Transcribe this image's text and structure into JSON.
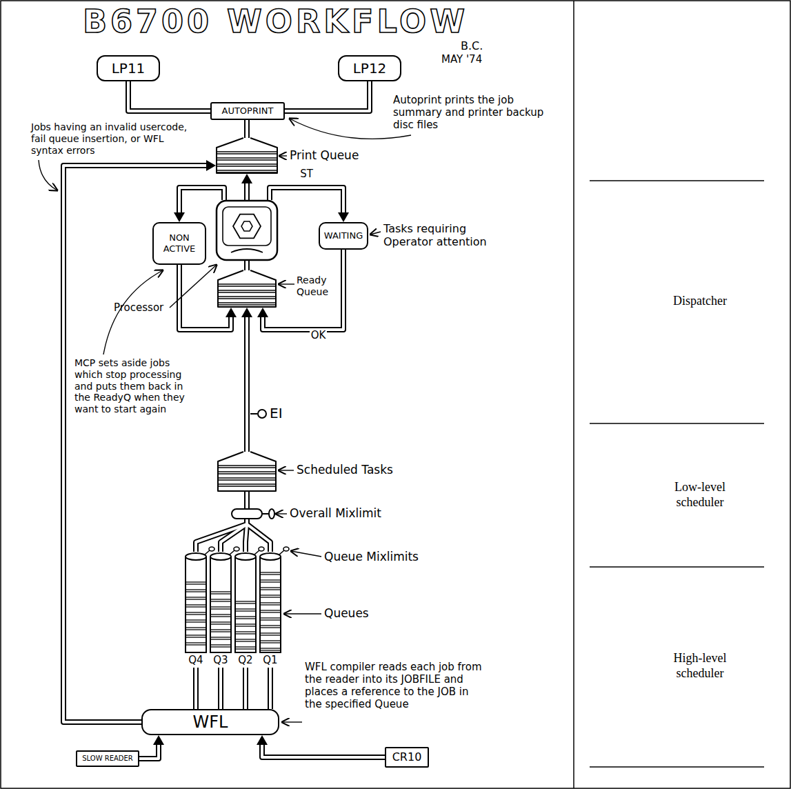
{
  "diagram": {
    "title": "B6700 WORKFLOW",
    "nodes": [
      {
        "text": [
          "LP11"
        ]
      },
      {
        "text": [
          "LP12"
        ]
      },
      {
        "text": [
          "AUTOPRINT"
        ]
      },
      {
        "text": [
          "Print Queue"
        ]
      },
      {
        "text": [
          "NON ACTIVE"
        ]
      },
      {
        "text": [
          "Processor"
        ]
      },
      {
        "text": [
          "WAITING"
        ]
      },
      {
        "text": [
          "Ready Queue"
        ]
      },
      {
        "text": [
          "Scheduled Tasks"
        ]
      },
      {
        "text": [
          "Q4"
        ]
      },
      {
        "text": [
          "Q3"
        ]
      },
      {
        "text": [
          "Q2"
        ]
      },
      {
        "text": [
          "Q1"
        ]
      },
      {
        "text": [
          "WFL"
        ]
      },
      {
        "text": [
          "SLOW READER"
        ]
      },
      {
        "text": [
          "CR10"
        ]
      }
    ],
    "edges": [
      {
        "from": 2,
        "to": 0,
        "arrow": "none"
      },
      {
        "from": 2,
        "to": 1,
        "arrow": "none"
      },
      {
        "from": 3,
        "to": 2,
        "arrow": "none"
      },
      {
        "from": 5,
        "to": 3,
        "arrow": "to"
      },
      {
        "from": 5,
        "to": 4,
        "arrow": "to"
      },
      {
        "from": 5,
        "to": 6,
        "label": "ST",
        "arrow": "to"
      },
      {
        "from": 4,
        "to": 7,
        "arrow": "to"
      },
      {
        "from": 6,
        "to": 7,
        "label": "OK",
        "arrow": "to"
      },
      {
        "from": 7,
        "to": 5,
        "arrow": "none"
      },
      {
        "from": 8,
        "to": 7,
        "arrow": "to"
      },
      {
        "from": 9,
        "to": 8,
        "arrow": "none"
      },
      {
        "from": 10,
        "to": 8,
        "arrow": "none"
      },
      {
        "from": 11,
        "to": 8,
        "arrow": "none"
      },
      {
        "from": 12,
        "to": 8,
        "arrow": "none"
      },
      {
        "from": 13,
        "to": 9,
        "arrow": "none"
      },
      {
        "from": 13,
        "to": 10,
        "arrow": "none"
      },
      {
        "from": 13,
        "to": 11,
        "arrow": "none"
      },
      {
        "from": 13,
        "to": 12,
        "arrow": "none"
      },
      {
        "from": 13,
        "to": 3,
        "arrow": "to"
      },
      {
        "from": 14,
        "to": 13,
        "arrow": "to"
      },
      {
        "from": 15,
        "to": 13,
        "arrow": "to"
      }
    ],
    "labels": [
      "B.C.",
      "MAY '74",
      "Autoprint prints the job summary and printer backup disc files",
      "Jobs having an invalid usercode, fail queue insertion, or WFL syntax errors",
      "Tasks requiring Operator attention",
      "MCP sets aside jobs which stop processing and puts them back in the ReadyQ when they want to start again",
      "EI",
      "Overall Mixlimit",
      "Queue Mixlimits",
      "Queues",
      "WFL compiler reads each job from the reader into its JOBFILE and places a reference to the JOB in the specified Queue",
      "Dispatcher",
      "Low-level scheduler",
      "High-level scheduler"
    ]
  }
}
